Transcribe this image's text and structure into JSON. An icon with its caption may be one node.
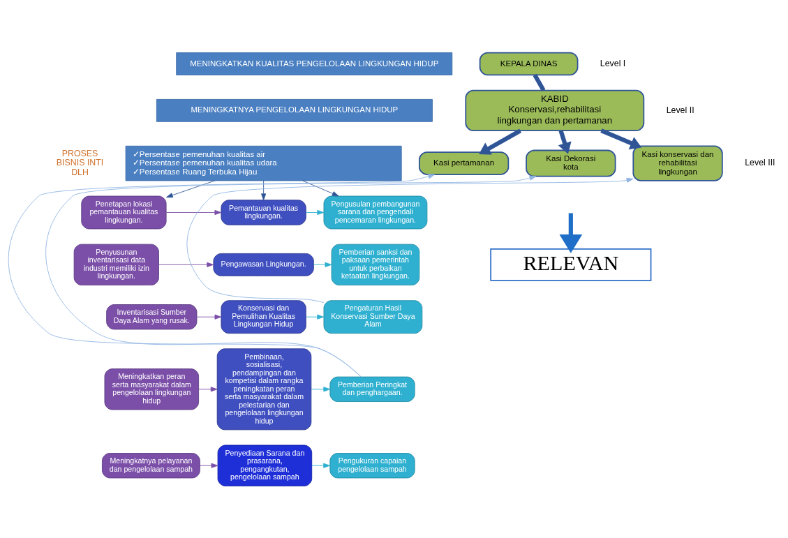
{
  "diagram": {
    "nodes": [
      {
        "text": [
          "MENINGKATKAN KUALITAS PENGELOLAAN LINGKUNGAN HIDUP"
        ]
      },
      {
        "text": [
          "MENINGKATNYA PENGELOLAAN LINGKUNGAN HIDUP"
        ]
      },
      {
        "text": [
          "✓Persentase pemenuhan kualitas air",
          "✓Persentase pemenuhan kualitas udara",
          "✓Persentase Ruang Terbuka Hijau"
        ]
      },
      {
        "text": [
          "Penetapan lokasi pemantauan kualitas lingkungan."
        ]
      },
      {
        "text": [
          "Pemantauan kualitas lingkungan."
        ]
      },
      {
        "text": [
          "Pengusulan pembangunan sarana dan pengendali pencemaran lingkungan."
        ]
      },
      {
        "text": [
          "Penyusunan inventarisasi data industri memiliki izin lingkungan."
        ]
      },
      {
        "text": [
          "Pengawasan Lingkungan."
        ]
      },
      {
        "text": [
          "Pemberian sanksi dan paksaan pemerintah untuk perbaikan ketaatan lingkungan."
        ]
      },
      {
        "text": [
          "Inventarisasi Sumber Daya Alam yang rusak."
        ]
      },
      {
        "text": [
          "Konservasi dan Pemulihan Kualitas Lingkungan Hidup"
        ]
      },
      {
        "text": [
          "Pengaturan Hasil Konservasi Sumber Daya Alam"
        ]
      },
      {
        "text": [
          "Meningkatkan peran serta masyarakat dalam pengelolaan lingkungan hidup"
        ]
      },
      {
        "text": [
          "Pembinaan, sosialisasi, pendampingan dan kompetisi dalam rangka peningkatan peran serta masyarakat dalam pelestarian dan pengelolaan lingkungan hidup"
        ]
      },
      {
        "text": [
          "Pemberian Peringkat dan penghargaan."
        ]
      },
      {
        "text": [
          "Meningkatnya pelayanan dan pengelolaan sampah"
        ]
      },
      {
        "text": [
          "Penyediaan Sarana dan prasarana, pengangkutan, pengelolaan sampah"
        ]
      },
      {
        "text": [
          "Pengukuran capaian pengelolaan sampah"
        ]
      },
      {
        "text": [
          "KEPALA DINAS"
        ]
      },
      {
        "text": [
          "KABID",
          "Konservasi,rehabilitasi lingkungan dan pertamanan"
        ]
      },
      {
        "text": [
          "Kasi pertamanan"
        ]
      },
      {
        "text": [
          "Kasi Dekorasi kota"
        ]
      },
      {
        "text": [
          "Kasi konservasi dan rehabilitasi lingkungan"
        ]
      },
      {
        "text": [
          "RELEVAN"
        ]
      }
    ],
    "edges": [
      {
        "from": 2,
        "to": 3,
        "arrow": "to",
        "color": "#2f5597"
      },
      {
        "from": 2,
        "to": 4,
        "arrow": "to",
        "color": "#2f5597"
      },
      {
        "from": 2,
        "to": 5,
        "arrow": "to",
        "color": "#2f5597"
      },
      {
        "from": 3,
        "to": 4,
        "arrow": "to",
        "color": "#7b4fa8"
      },
      {
        "from": 4,
        "to": 5,
        "arrow": "to",
        "color": "#2fb0d0"
      },
      {
        "from": 6,
        "to": 7,
        "arrow": "to",
        "color": "#7b4fa8"
      },
      {
        "from": 7,
        "to": 8,
        "arrow": "to",
        "color": "#2fb0d0"
      },
      {
        "from": 9,
        "to": 10,
        "arrow": "to",
        "color": "#7b4fa8"
      },
      {
        "from": 10,
        "to": 11,
        "arrow": "to",
        "color": "#2fb0d0"
      },
      {
        "from": 12,
        "to": 13,
        "arrow": "to",
        "color": "#7b4fa8"
      },
      {
        "from": 13,
        "to": 14,
        "arrow": "to",
        "color": "#2fb0d0"
      },
      {
        "from": 15,
        "to": 16,
        "arrow": "to",
        "color": "#7b4fa8"
      },
      {
        "from": 16,
        "to": 17,
        "arrow": "to",
        "color": "#2fb0d0"
      },
      {
        "from": 18,
        "to": 19,
        "arrow": "none",
        "style": "thick",
        "color": "#2f5597"
      },
      {
        "from": 19,
        "to": 20,
        "arrow": "to",
        "style": "thick",
        "color": "#2f5597"
      },
      {
        "from": 19,
        "to": 21,
        "arrow": "to",
        "style": "thick",
        "color": "#2f5597"
      },
      {
        "from": 19,
        "to": 22,
        "arrow": "to",
        "style": "thick",
        "color": "#2f5597"
      },
      {
        "from": 11,
        "to": 22,
        "arrow": "to",
        "color": "#8fb4e3"
      },
      {
        "from": 14,
        "to": 20,
        "arrow": "to",
        "color": "#8fb4e3"
      },
      {
        "from": 14,
        "to": 21,
        "arrow": "to",
        "color": "#8fb4e3"
      },
      {
        "from": null,
        "to": 23,
        "arrow": "to",
        "style": "thick",
        "color": "#1f6fc8"
      }
    ],
    "labels": [
      "PROSES BISNIS INTI DLH",
      "Level I",
      "Level II",
      "Level III"
    ]
  }
}
